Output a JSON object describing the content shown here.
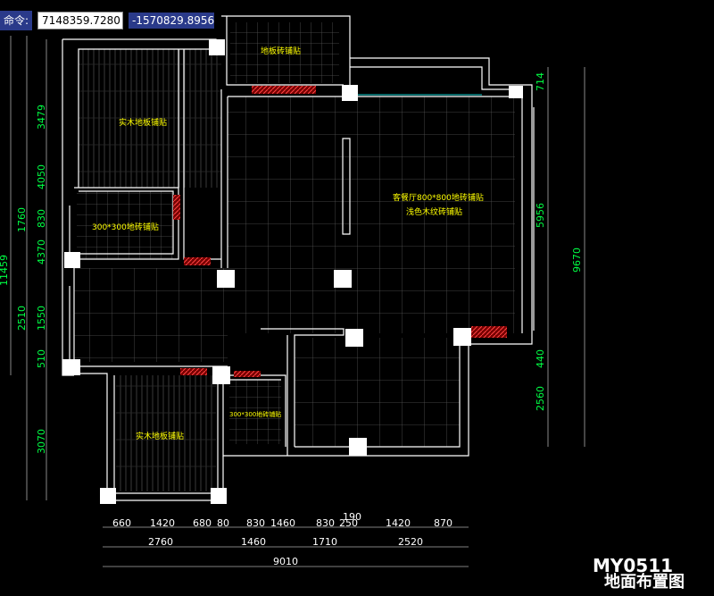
{
  "command_bar": {
    "label": "命令:",
    "x_value": "7148359.7280",
    "y_value": "-1570829.8956"
  },
  "rooms": {
    "balcony_top": "地板砖铺贴",
    "bedroom_main": "实木地板铺贴",
    "bathroom_left": "300*300地砖铺贴",
    "living_line1": "客餐厅800*800地砖铺贴",
    "living_line2": "浅色木纹砖铺贴",
    "bedroom_bottom": "实木地板铺贴",
    "bathroom_small": "300*300地砖铺贴"
  },
  "dims_left": [
    "3479",
    "4050",
    "1760",
    "830",
    "4370",
    "1550",
    "2510",
    "510",
    "3070",
    "11459"
  ],
  "dims_right": [
    "714",
    "5956",
    "9670",
    "440",
    "2560"
  ],
  "dims_bottom_row1": [
    "660",
    "1420",
    "680",
    "80",
    "830",
    "1460",
    "830",
    "250",
    "1420",
    "870"
  ],
  "dims_bottom_mid": "190",
  "dims_bottom_row2": [
    "2760",
    "1460",
    "1710",
    "2520"
  ],
  "dims_bottom_total": "9010",
  "footer": {
    "watermark": "MY0511",
    "title": "地面布置图"
  }
}
